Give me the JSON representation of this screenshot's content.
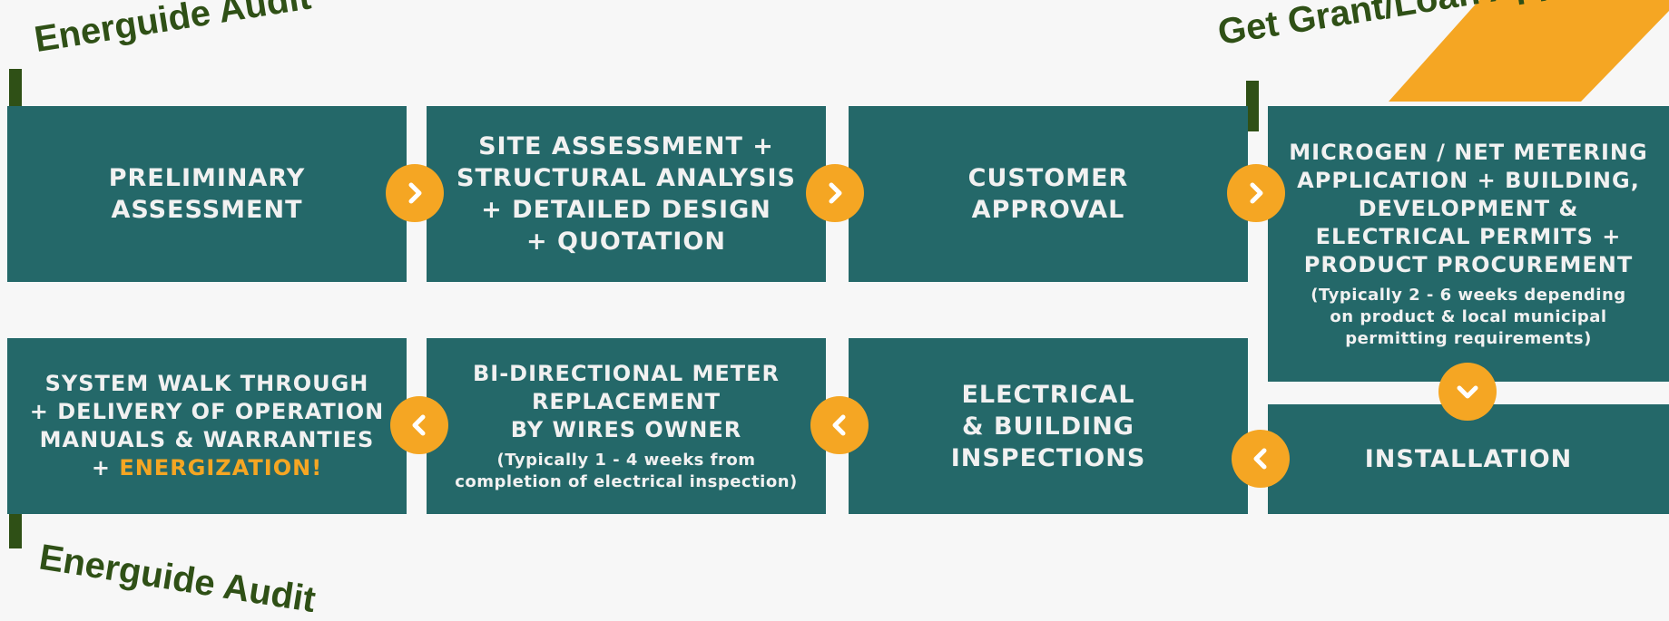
{
  "annotations": {
    "top_left": "Energuide Audit",
    "bottom_left": "Energuide Audit",
    "top_right": "Get Grant/Loan Appro"
  },
  "steps": {
    "preliminary": [
      "PRELIMINARY",
      "ASSESSMENT"
    ],
    "site": [
      "SITE ASSESSMENT +",
      "STRUCTURAL ANALYSIS",
      "+ DETAILED DESIGN",
      "+ QUOTATION"
    ],
    "customer": [
      "CUSTOMER",
      "APPROVAL"
    ],
    "microgen": [
      "MICROGEN / NET METERING",
      "APPLICATION + BUILDING,",
      "DEVELOPMENT &",
      "ELECTRICAL PERMITS +",
      "PRODUCT PROCUREMENT"
    ],
    "microgen_note": [
      "(Typically 2 - 6 weeks depending",
      "on product & local municipal",
      "permitting requirements)"
    ],
    "walkthrough": [
      "SYSTEM WALK THROUGH",
      "+ DELIVERY OF OPERATION",
      "MANUALS & WARRANTIES"
    ],
    "walkthrough_last_prefix": "+ ",
    "walkthrough_highlight": "ENERGIZATION!",
    "meter": [
      "BI-DIRECTIONAL METER",
      "REPLACEMENT",
      "BY WIRES OWNER"
    ],
    "meter_note": [
      "(Typically 1 - 4 weeks from",
      "completion of electrical inspection)"
    ],
    "inspections": [
      "ELECTRICAL",
      "& BUILDING",
      "INSPECTIONS"
    ],
    "installation": [
      "INSTALLATION"
    ]
  },
  "colors": {
    "box": "#246869",
    "accent": "#f5a623",
    "annotation": "#2f5016",
    "text": "#f1f1f1"
  },
  "icons": {
    "next": "chevron-right-icon",
    "back": "chevron-left-icon",
    "down": "chevron-down-icon"
  }
}
